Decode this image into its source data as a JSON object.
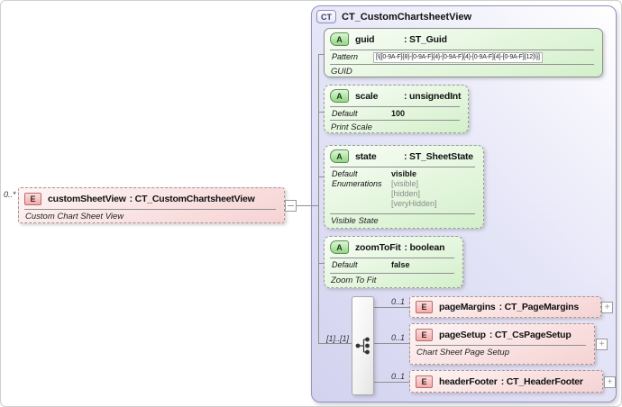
{
  "icons": {
    "expand": "+"
  },
  "colors": {
    "container_fill": "#d2d2ef",
    "container_border": "#9191bb",
    "attribute_fill": "#e4f6de",
    "element_fill": "#f9dede",
    "badge_attribute_fill": "#93d784",
    "badge_element_fill": "#f2acac",
    "connector_line": "#909090"
  },
  "source_element": {
    "cardinality": "0..*",
    "badge": "E",
    "name": "customSheetView",
    "type": ": CT_CustomChartsheetView",
    "annotation": "Custom Chart Sheet View"
  },
  "ct": {
    "badge": "CT",
    "title": "CT_CustomChartsheetView",
    "attributes": [
      {
        "badge": "A",
        "name": "guid",
        "type": ": ST_Guid",
        "facet_label": "Pattern",
        "facet_value": "[\\{[0-9A-F]{8}-[0-9A-F]{4}-[0-9A-F]{4}-[0-9A-F]{4}-[0-9A-F]{12}\\}]",
        "annotation": "GUID"
      },
      {
        "badge": "A",
        "name": "scale",
        "type": ": unsignedInt",
        "facet_label": "Default",
        "facet_value": "100",
        "annotation": "Print Scale"
      },
      {
        "badge": "A",
        "name": "state",
        "type": ": ST_SheetState",
        "facet_label": "Default",
        "facet_value": "visible",
        "enum_label": "Enumerations",
        "enum_values": [
          "[visible]",
          "[hidden]",
          "[veryHidden]"
        ],
        "annotation": "Visible State"
      },
      {
        "badge": "A",
        "name": "zoomToFit",
        "type": ": boolean",
        "facet_label": "Default",
        "facet_value": "false",
        "annotation": "Zoom To Fit"
      }
    ],
    "sequence": {
      "cardinality": "[1]..[1]",
      "children": [
        {
          "cardinality": "0..1",
          "badge": "E",
          "name": "pageMargins",
          "type": ": CT_PageMargins"
        },
        {
          "cardinality": "0..1",
          "badge": "E",
          "name": "pageSetup",
          "type": ": CT_CsPageSetup",
          "annotation": "Chart Sheet Page Setup"
        },
        {
          "cardinality": "0..1",
          "badge": "E",
          "name": "headerFooter",
          "type": ": CT_HeaderFooter"
        }
      ]
    }
  }
}
